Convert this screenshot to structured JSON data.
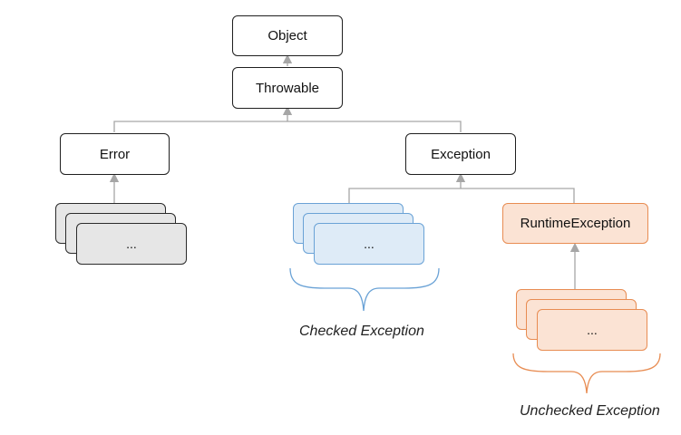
{
  "diagram": {
    "nodes": {
      "object": "Object",
      "throwable": "Throwable",
      "error": "Error",
      "exception": "Exception",
      "runtime_exception": "RuntimeException"
    },
    "stacks": {
      "error_subclasses": "...",
      "checked_subclasses": "...",
      "unchecked_subclasses": "..."
    },
    "captions": {
      "checked": "Checked Exception",
      "unchecked": "Unchecked Exception"
    },
    "colors": {
      "line": "#a6a6a6",
      "gray_fill": "#e6e6e6",
      "blue_fill": "#deebf7",
      "blue_stroke": "#6aa2d6",
      "orange_fill": "#fbe3d4",
      "orange_stroke": "#e88c52"
    }
  }
}
